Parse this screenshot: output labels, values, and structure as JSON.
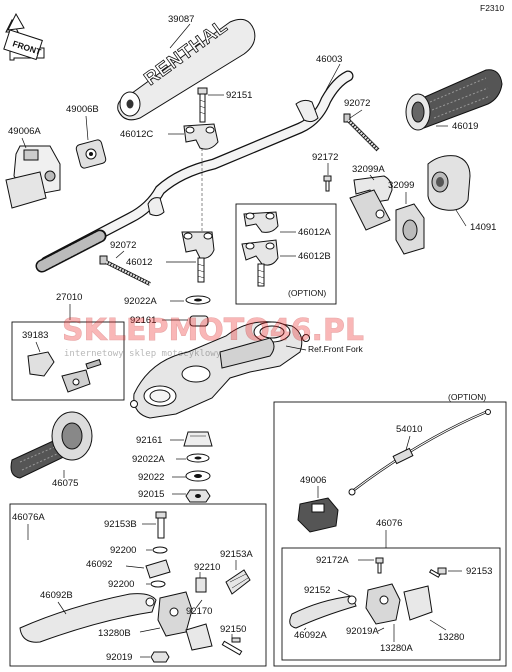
{
  "figure_code": "F2310",
  "front_label": "FRONT",
  "handlebar_pad_lettering": "RENTHAL",
  "ref_note": "Ref.Front Fork",
  "option_labels": {
    "upper_clamp": "(OPTION)",
    "throttle_cable": "(OPTION)"
  },
  "watermark": {
    "brand": "SKLEPMOTO46.PL",
    "tagline": "internetowy sklep motocyklowy"
  },
  "parts": {
    "p39087": "39087",
    "p46003": "46003",
    "p92151": "92151",
    "p92072_top": "92072",
    "p49006b": "49006B",
    "p49006a": "49006A",
    "p46012c": "46012C",
    "p46019": "46019",
    "p92172": "92172",
    "p32099a": "32099A",
    "p32099": "32099",
    "p14091": "14091",
    "p46012a": "46012A",
    "p46012b": "46012B",
    "p92072_left": "92072",
    "p46012": "46012",
    "p27010": "27010",
    "p92022a_top": "92022A",
    "p92161_top": "92161",
    "p39183": "39183",
    "p92161_bot": "92161",
    "p92022a_bot": "92022A",
    "p92022": "92022",
    "p92015": "92015",
    "p46075": "46075",
    "p54010": "54010",
    "p49006": "49006",
    "p46076a": "46076A",
    "p92153b": "92153B",
    "p92200_a": "92200",
    "p46092": "46092",
    "p92210": "92210",
    "p92153a": "92153A",
    "p92200_b": "92200",
    "p46092b": "46092B",
    "p92170": "92170",
    "p13280b": "13280B",
    "p92150": "92150",
    "p92019": "92019",
    "p46076": "46076",
    "p92172a": "92172A",
    "p92153": "92153",
    "p92152": "92152",
    "p46092a": "46092A",
    "p92019a": "92019A",
    "p13280a": "13280A",
    "p13280": "13280"
  }
}
